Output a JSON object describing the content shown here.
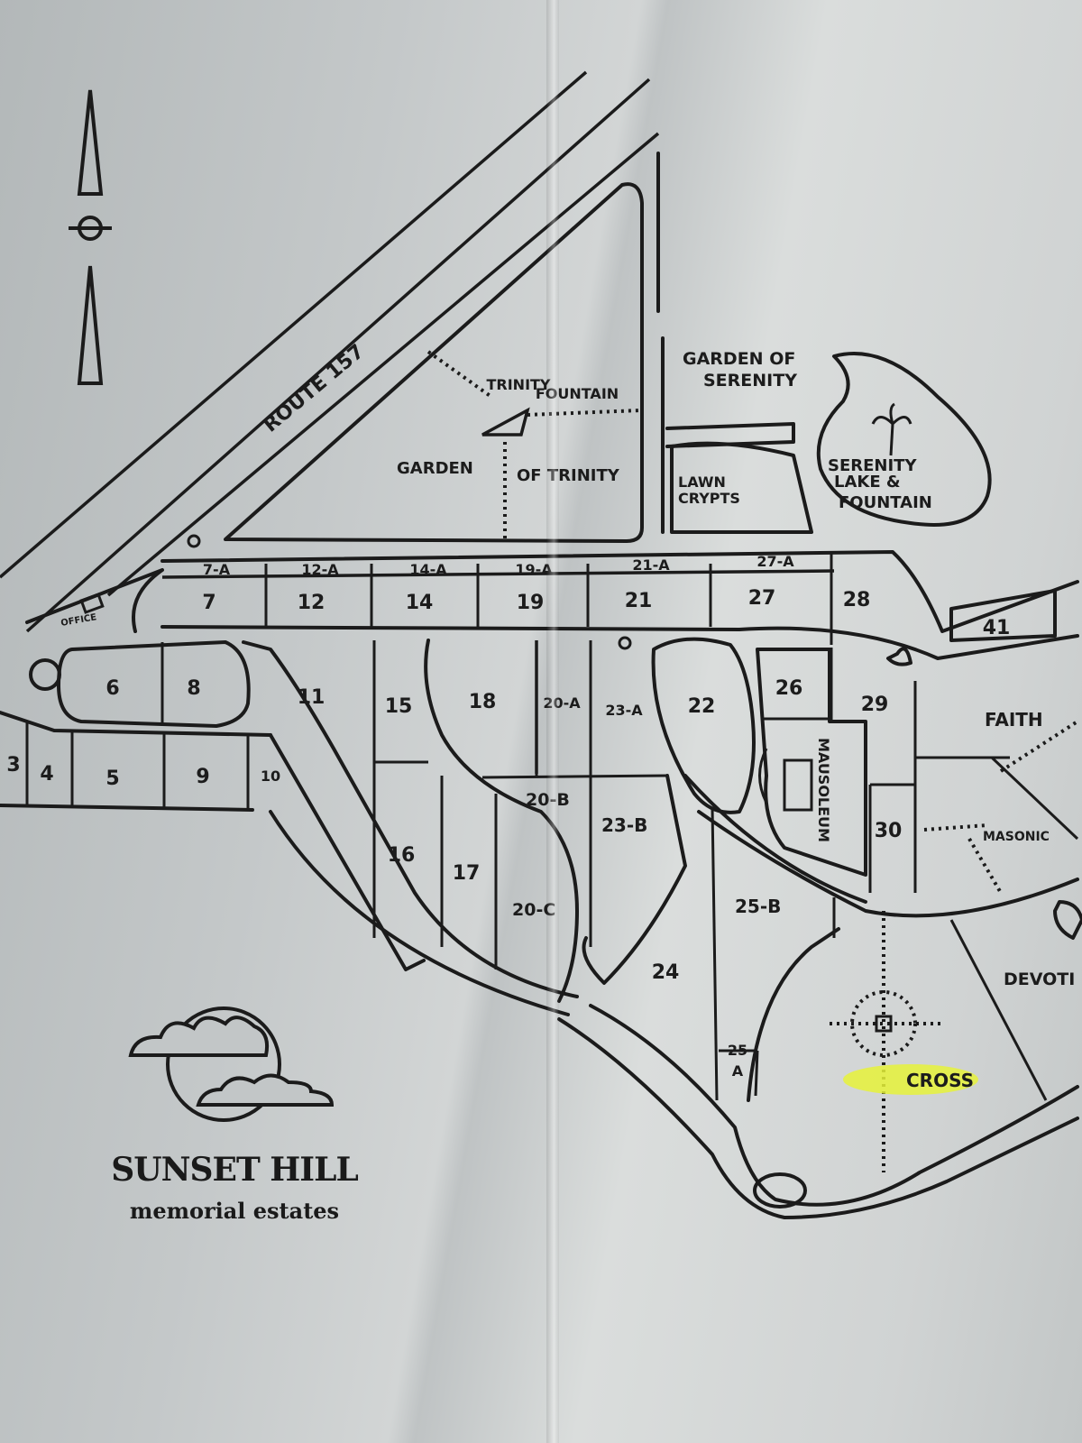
{
  "map": {
    "road_label": "ROUTE 157",
    "office_label": "OFFICE",
    "north_arrow": "north-arrow-icon",
    "landmarks": {
      "trinity_fountain_1": "TRINITY",
      "trinity_fountain_2": "FOUNTAIN",
      "garden_trinity_1": "GARDEN",
      "garden_trinity_2": "OF TRINITY",
      "garden_serenity_1": "GARDEN OF",
      "garden_serenity_2": "SERENITY",
      "serenity_lake_1": "SERENITY",
      "serenity_lake_2": "LAKE &",
      "serenity_lake_3": "FOUNTAIN",
      "lawn_crypts_1": "LAWN",
      "lawn_crypts_2": "CRYPTS",
      "mausoleum": "MAUSOLEUM",
      "faith": "FAITH",
      "masonic": "MASONIC",
      "devotion": "DEVOTI",
      "cross": "CROSS"
    },
    "sections": {
      "s3": "3",
      "s4": "4",
      "s5": "5",
      "s6": "6",
      "s7": "7",
      "s7a": "7-A",
      "s8": "8",
      "s9": "9",
      "s10": "10",
      "s11": "11",
      "s12": "12",
      "s12a": "12-A",
      "s14": "14",
      "s14a": "14-A",
      "s15": "15",
      "s16": "16",
      "s17": "17",
      "s18": "18",
      "s19": "19",
      "s19a": "19-A",
      "s20a": "20-A",
      "s20b": "20-B",
      "s20c": "20-C",
      "s21": "21",
      "s21a": "21-A",
      "s22": "22",
      "s23a": "23-A",
      "s23b": "23-B",
      "s24": "24",
      "s25a_1": "25",
      "s25a_2": "A",
      "s25b": "25-B",
      "s26": "26",
      "s27": "27",
      "s27a": "27-A",
      "s28": "28",
      "s29": "29",
      "s30": "30",
      "s41": "41"
    },
    "highlight_color": "#e6f23a"
  },
  "logo": {
    "icon": "sunset-clouds-icon",
    "title": "SUNSET HILL",
    "subtitle": "memorial estates"
  }
}
